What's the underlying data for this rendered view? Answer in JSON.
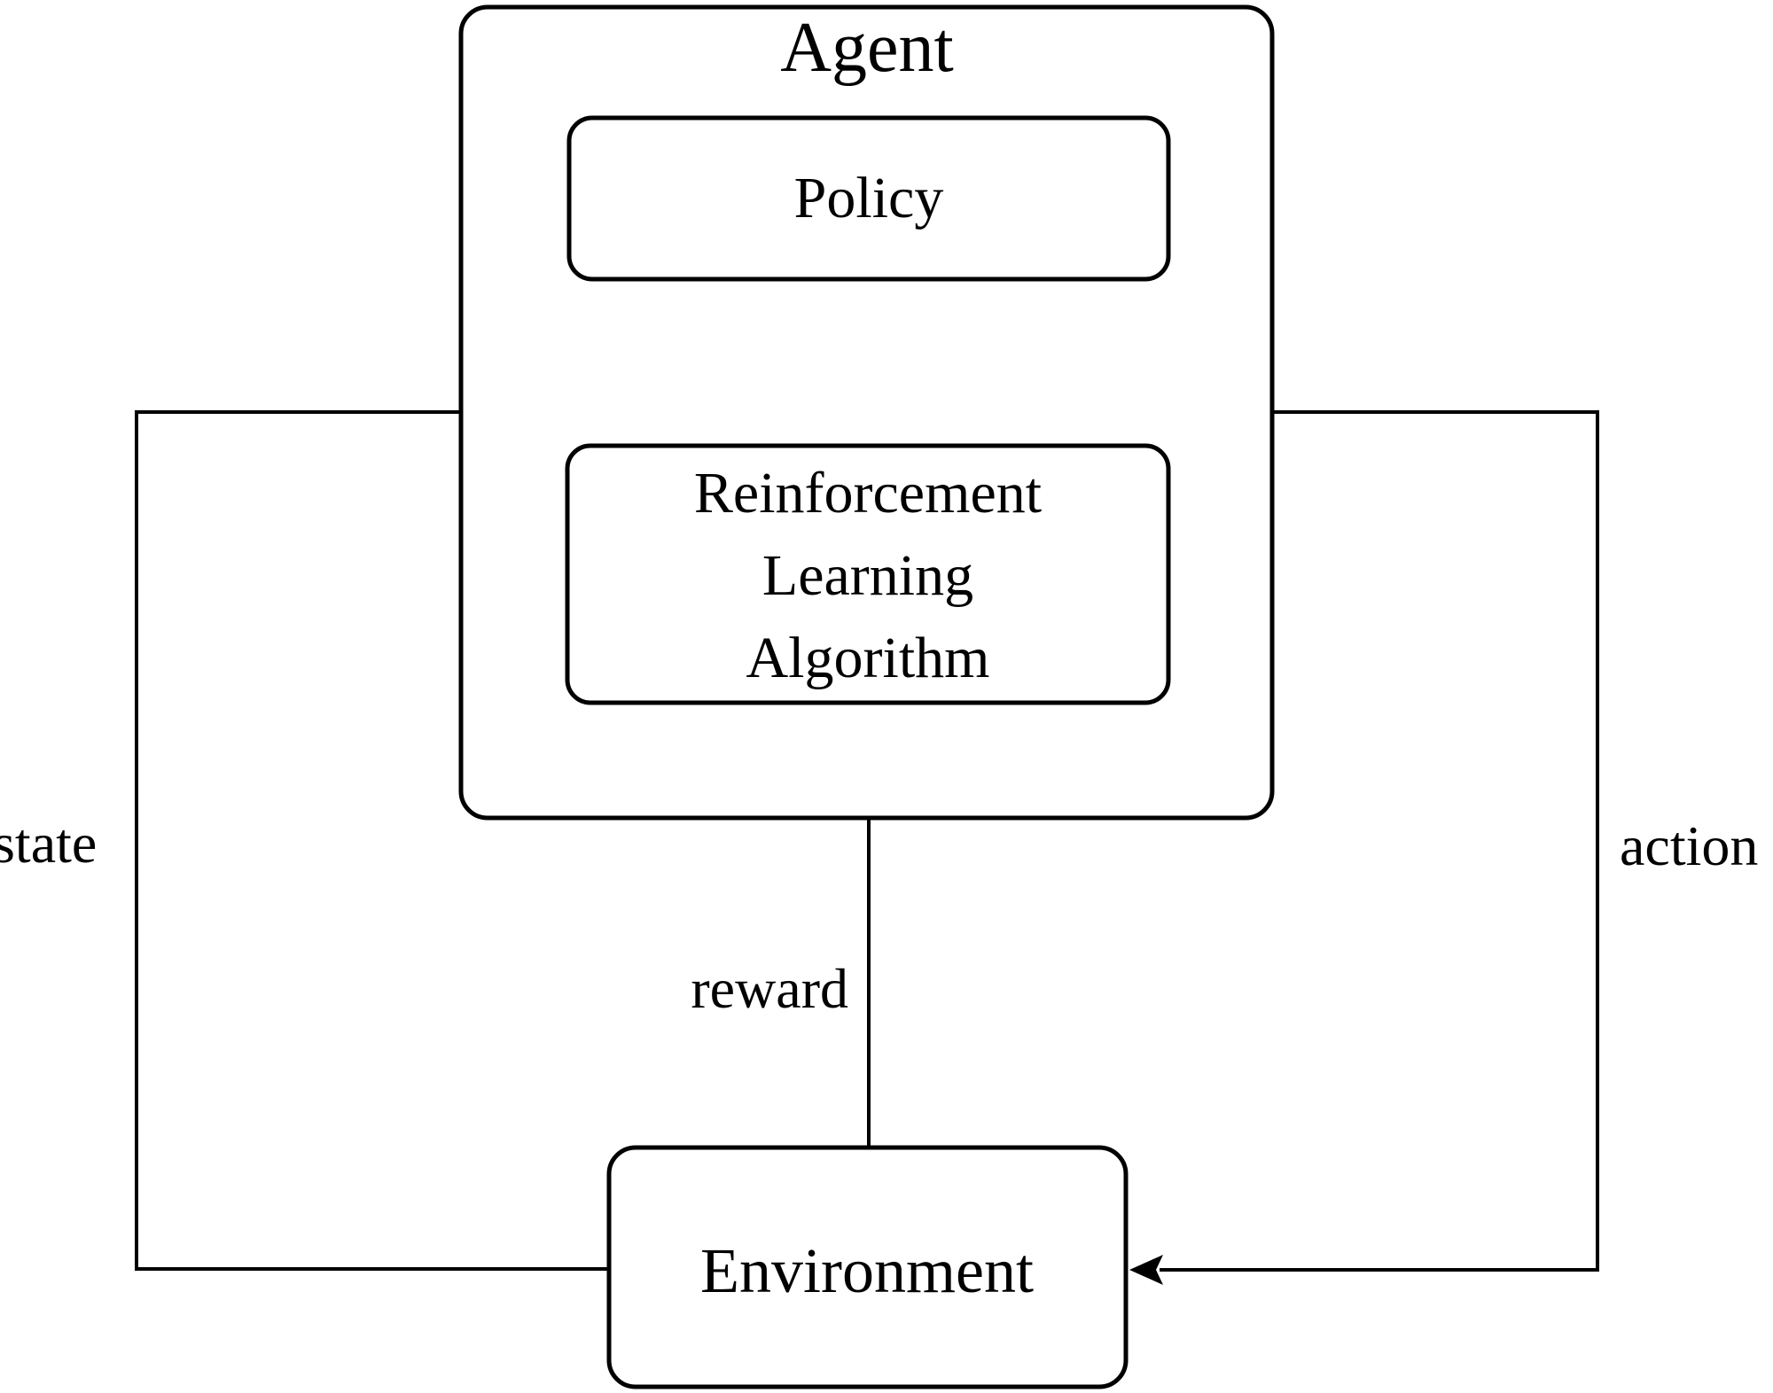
{
  "diagram": {
    "type": "flow-diagram",
    "topic": "reinforcement learning loop",
    "colors": {
      "background": "#ffffff",
      "stroke": "#000000",
      "text": "#000000"
    },
    "nodes": {
      "agent": {
        "label": "Agent"
      },
      "policy": {
        "label": "Policy"
      },
      "rl_algorithm": {
        "line1": "Reinforcement",
        "line2": "Learning",
        "line3": "Algorithm"
      },
      "environment": {
        "label": "Environment"
      }
    },
    "edges": {
      "state": {
        "label": "state",
        "style": "solid-then-dashed",
        "from": "environment",
        "to": "policy and rl_algorithm"
      },
      "action": {
        "label": "action",
        "style": "solid",
        "from": "agent",
        "to": "environment"
      },
      "reward": {
        "label": "reward",
        "style": "solid-then-dashed",
        "from": "environment",
        "to": "rl_algorithm"
      },
      "update": {
        "style": "solid",
        "from": "rl_algorithm",
        "to": "policy"
      }
    }
  }
}
